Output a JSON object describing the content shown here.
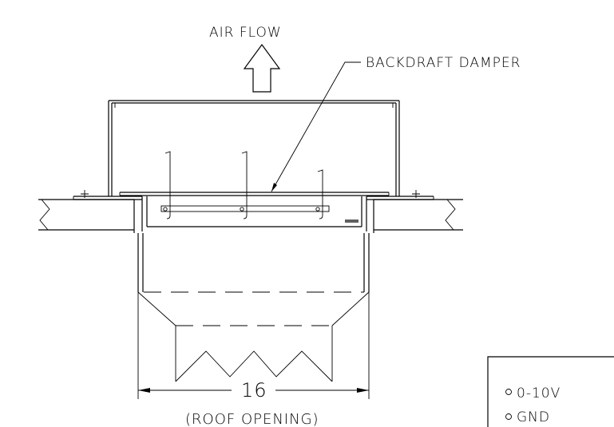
{
  "drawing": {
    "airflow_label": "AIR FLOW",
    "damper_label": "BACKDRAFT DAMPER",
    "dimension_value": "16",
    "dimension_note": "(ROOF OPENING)"
  },
  "terminal_box": {
    "terminals": [
      {
        "label": "0-10V",
        "icon": "terminal-circle"
      },
      {
        "label": "GND",
        "icon": "terminal-circle"
      }
    ]
  }
}
